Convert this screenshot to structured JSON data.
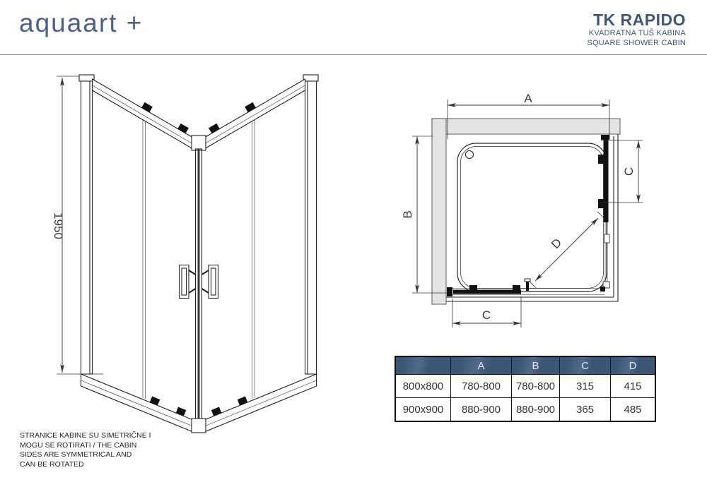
{
  "header": {
    "logo": "aquaart +",
    "product_code": "TK RAPIDO",
    "subtitle_hr": "KVADRATNA TUŠ KABINA",
    "subtitle_en": "SQUARE SHOWER CABIN"
  },
  "colors": {
    "brand_blue": "#4d6187",
    "title_blue": "#3e5878",
    "table_header_bg": "#3b5574",
    "wall_fill": "#e4e4e4",
    "line": "#222222"
  },
  "diagram_3d": {
    "height_label": "1950"
  },
  "diagram_top": {
    "label_a": "A",
    "label_b": "B",
    "label_c_side": "C",
    "label_c_bottom": "C",
    "label_d": "D"
  },
  "size_table": {
    "columns": [
      "",
      "A",
      "B",
      "C",
      "D"
    ],
    "rows": [
      {
        "size": "800x800",
        "a": "780-800",
        "b": "780-800",
        "c": "315",
        "d": "415"
      },
      {
        "size": "900x900",
        "a": "880-900",
        "b": "880-900",
        "c": "365",
        "d": "485"
      }
    ]
  },
  "footer_note": "STRANICE KABINE SU SIMETRIČNE I\nMOGU SE ROTIRATI / THE CABIN\nSIDES ARE SYMMETRICAL AND\nCAN BE ROTATED"
}
